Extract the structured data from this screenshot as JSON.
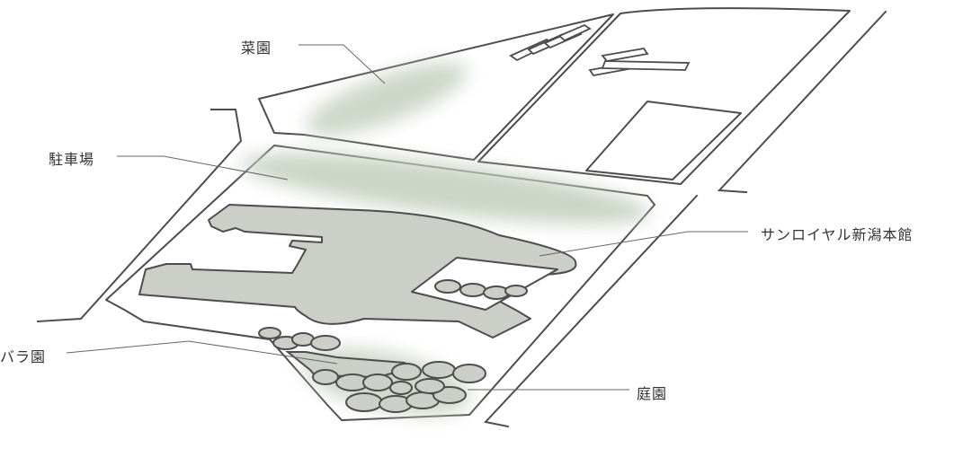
{
  "labels": {
    "vegetable_garden": "菜園",
    "parking": "駐車場",
    "hotel": "サンロイヤル新潟本館",
    "rose_garden": "バラ園",
    "garden": "庭園"
  },
  "colors": {
    "line": "#4d4d4d",
    "building_fill": "#cbcfc7",
    "highlight": "#c9d3c3"
  }
}
